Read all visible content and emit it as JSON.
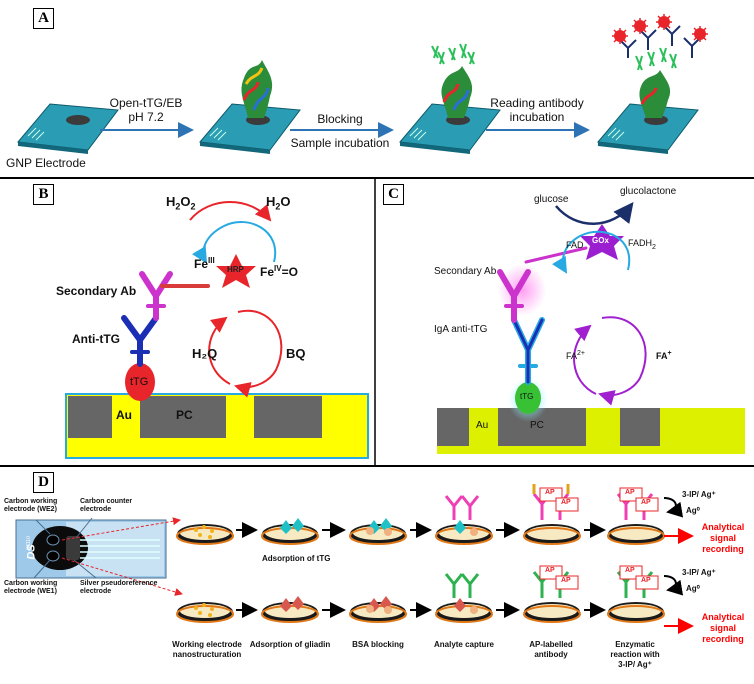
{
  "panels": {
    "a": "A",
    "b": "B",
    "c": "C",
    "d": "D"
  },
  "panel_a": {
    "electrode_label": "GNP Electrode",
    "step1_line1": "Open-tTG/EB",
    "step1_line2": "pH 7.2",
    "step2_line1": "Blocking",
    "step2_line2": "Sample incubation",
    "step3_line1": "Reading antibody",
    "step3_line2": "incubation"
  },
  "panel_b": {
    "h2o2_main": "H",
    "h2o2_sub1": "2",
    "h2o2_o": "O",
    "h2o2_sub2": "2",
    "h2o_main": "H",
    "h2o_sub": "2",
    "h2o_o": "O",
    "fe3_main": "Fe",
    "fe3_sup": "III",
    "fe4_main": "Fe",
    "fe4_sup": "IV",
    "fe4_o": "=O",
    "hrp": "HRP",
    "secondary_ab": "Secondary Ab",
    "anti_ttg": "Anti-tTG",
    "h2q": "H₂Q",
    "bq": "BQ",
    "ttg": "tTG",
    "au": "Au",
    "pc": "PC"
  },
  "panel_c": {
    "glucose": "glucose",
    "glucolactone": "glucolactone",
    "fad": "FAD",
    "fadh2_main": "FADH",
    "fadh2_sub": "2",
    "gox": "GOx",
    "secondary_ab": "Secondary Ab",
    "iga_anti_ttg": "IgA anti-tTG",
    "fa2_main": "FA",
    "fa2_sup": "2+",
    "fa_main": "FA",
    "fa_sup": "+",
    "ttg": "tTG",
    "au": "Au",
    "pc": "PC"
  },
  "panel_d": {
    "chip_brand": "DS",
    "chip_model": "X1110",
    "carbon_we2_line1": "Carbon working",
    "carbon_we2_line2": "electrode (WE2)",
    "carbon_counter_line1": "Carbon counter",
    "carbon_counter_line2": "electrode",
    "carbon_we1_line1": "Carbon working",
    "carbon_we1_line2": "electrode (WE1)",
    "silver_ref_line1": "Silver pseudoreference",
    "silver_ref_line2": "electrode",
    "adsorption_ttg": "Adsorption of tTG",
    "step1_line1": "Working electrode",
    "step1_line2": "nanostructuration",
    "step2": "Adsorption of gliadin",
    "step3": "BSA blocking",
    "step4": "Analyte capture",
    "step5_line1": "AP-labelled",
    "step5_line2": "antibody",
    "step6_line1": "Enzymatic",
    "step6_line2": "reaction with",
    "step6_line3": "3-IP/ Ag⁺",
    "ap": "AP",
    "ip_ag": "3-IP/ Ag⁺",
    "ag0": "Ag⁰",
    "signal_line1": "Analytical",
    "signal_line2": "signal",
    "signal_line3": "recording"
  },
  "colors": {
    "arrow_blue": "#2e74b5",
    "electrode_teal": "#2a9cb4",
    "gold_yellow": "#ffff00",
    "pc_gray": "#666666",
    "red_cycle": "#e8252a",
    "blue_cycle": "#27a9e1",
    "purple_cycle": "#a020d0",
    "ttg_red": "#e8252a",
    "ttg_green": "#39c135",
    "hrp_red": "#e8252a",
    "gox_purple": "#9b1fd1",
    "signal_red": "#ff0000"
  }
}
